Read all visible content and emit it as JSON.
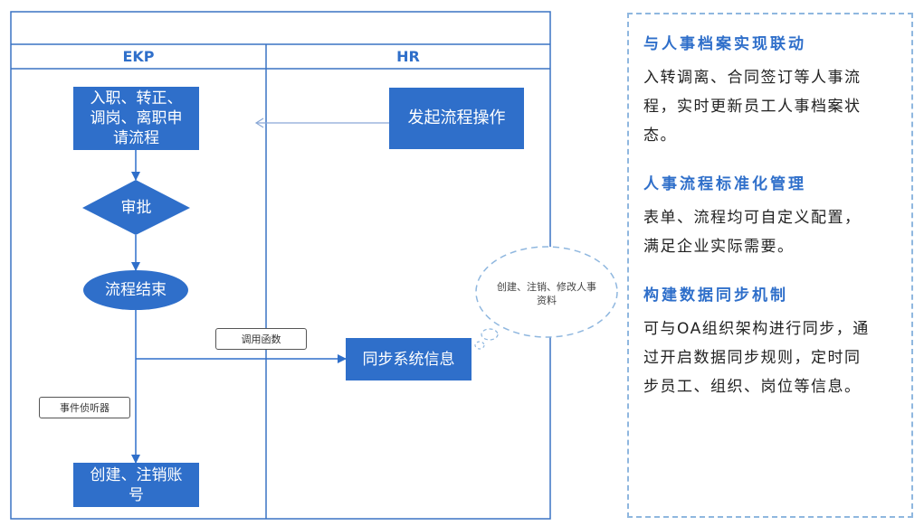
{
  "diagram": {
    "lanes": [
      {
        "name": "EKP"
      },
      {
        "name": "HR"
      }
    ],
    "nodes": {
      "apply": "入职、转正、\n调岗、离职申\n请流程",
      "approve": "审批",
      "end": "流程结束",
      "create_cancel": "创建、注销账\n号",
      "initiate": "发起流程操作",
      "sync": "同步系统信息"
    },
    "labels": {
      "call_function": "调用函数",
      "event_listener": "事件侦听器"
    },
    "cloud_note": "创建、注销、修改人事\n资料",
    "colors": {
      "node_fill": "#2f6fca",
      "lane_title": "#2f6fca",
      "border": "#3a73c4",
      "arrow": "#2f6fca"
    }
  },
  "features": [
    {
      "title": "与人事档案实现联动",
      "lines": [
        "入转调离、合同签订等人事流",
        "程，实时更新员工人事档案状",
        "态。"
      ]
    },
    {
      "title": "人事流程标准化管理",
      "lines": [
        "表单、流程均可自定义配置，",
        "满足企业实际需要。"
      ]
    },
    {
      "title": "构建数据同步机制",
      "lines": [
        "可与OA组织架构进行同步，通",
        "过开启数据同步规则，定时同",
        "步员工、组织、岗位等信息。"
      ]
    }
  ]
}
